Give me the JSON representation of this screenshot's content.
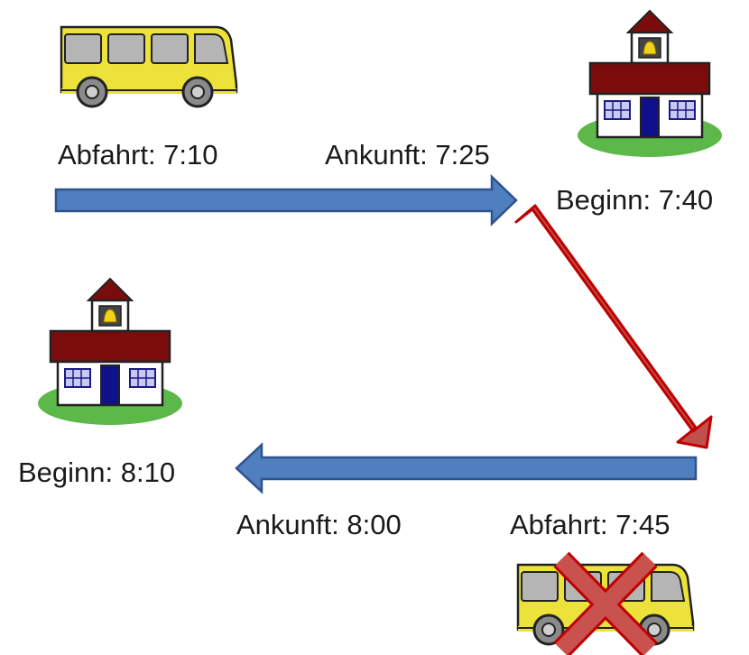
{
  "labels": {
    "departure_1": "Abfahrt: 7:10",
    "arrival_1": "Ankunft: 7:25",
    "start_1": "Beginn: 7:40",
    "start_2": "Beginn: 8:10",
    "arrival_2": "Ankunft: 8:00",
    "departure_2": "Abfahrt: 7:45"
  },
  "icons": {
    "bus_top": "bus-icon",
    "school_top": "school-icon",
    "school_left": "school-icon",
    "bus_bottom": "bus-icon",
    "cross": "cross-icon"
  },
  "colors": {
    "arrow_blue": "#4f7fbf",
    "arrow_blue_edge": "#2f528f",
    "arrow_red": "#c0504d",
    "arrow_red_edge": "#c00000",
    "bus_yellow": "#ede23a",
    "school_roof": "#7b0c0c",
    "grass": "#5cb848"
  }
}
